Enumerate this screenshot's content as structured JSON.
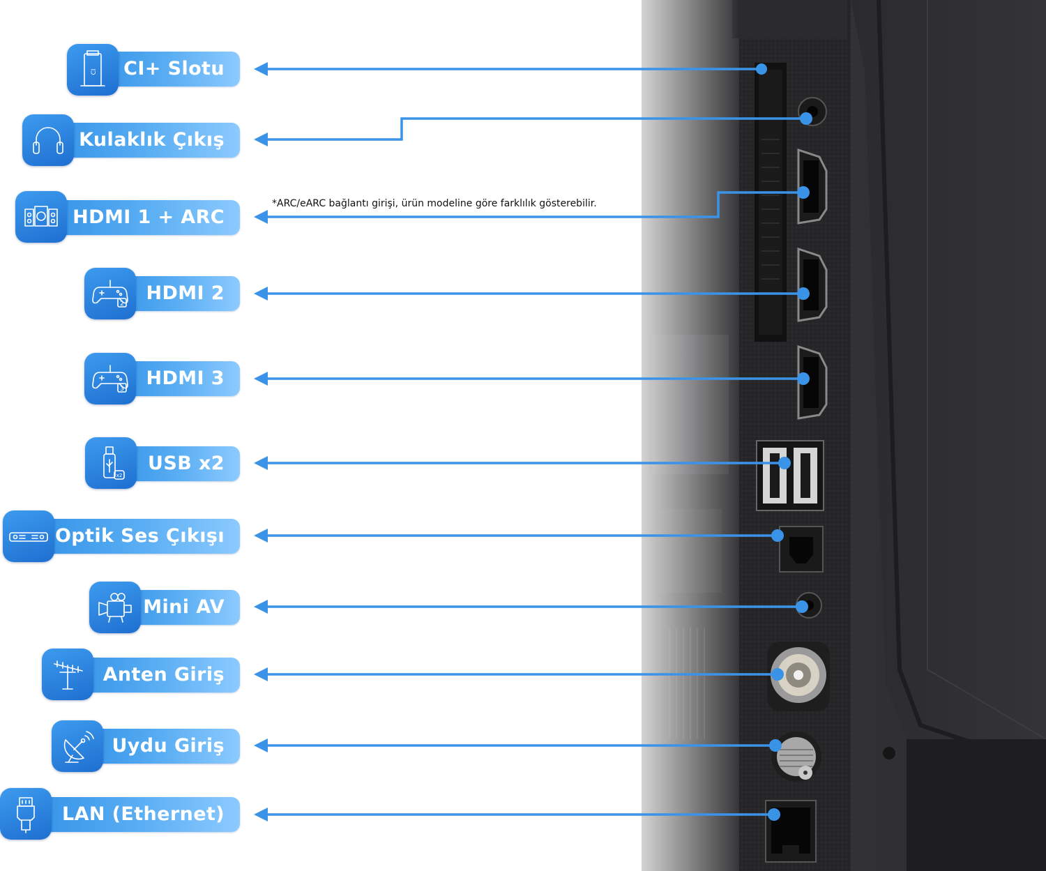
{
  "accent_color": "#3b93e8",
  "panel_color": "#2a2a2c",
  "ports": [
    {
      "label": "CI+ Slotu",
      "icon": "ci-card-icon"
    },
    {
      "label": "Kulaklık Çıkış",
      "icon": "headphones-icon"
    },
    {
      "label": "HDMI 1 + ARC",
      "icon": "speaker-system-icon"
    },
    {
      "label": "HDMI 2",
      "icon": "gamepad-icon"
    },
    {
      "label": "HDMI 3",
      "icon": "gamepad-icon"
    },
    {
      "label": "USB x2",
      "icon": "usb-drive-icon"
    },
    {
      "label": "Optik Ses Çıkışı",
      "icon": "soundbar-icon"
    },
    {
      "label": "Mini AV",
      "icon": "video-camera-icon"
    },
    {
      "label": "Anten Giriş",
      "icon": "antenna-icon"
    },
    {
      "label": "Uydu Giriş",
      "icon": "satellite-dish-icon"
    },
    {
      "label": "LAN (Ethernet)",
      "icon": "ethernet-icon"
    }
  ],
  "hdmi_icon_badges": {
    "hdmi2": "2",
    "hdmi3": "3"
  },
  "usb_icon_badge": "x2",
  "ci_icon_text": "CI",
  "arc_note": "*ARC/eARC bağlantı girişi, ürün modeline göre farklılık gösterebilir."
}
